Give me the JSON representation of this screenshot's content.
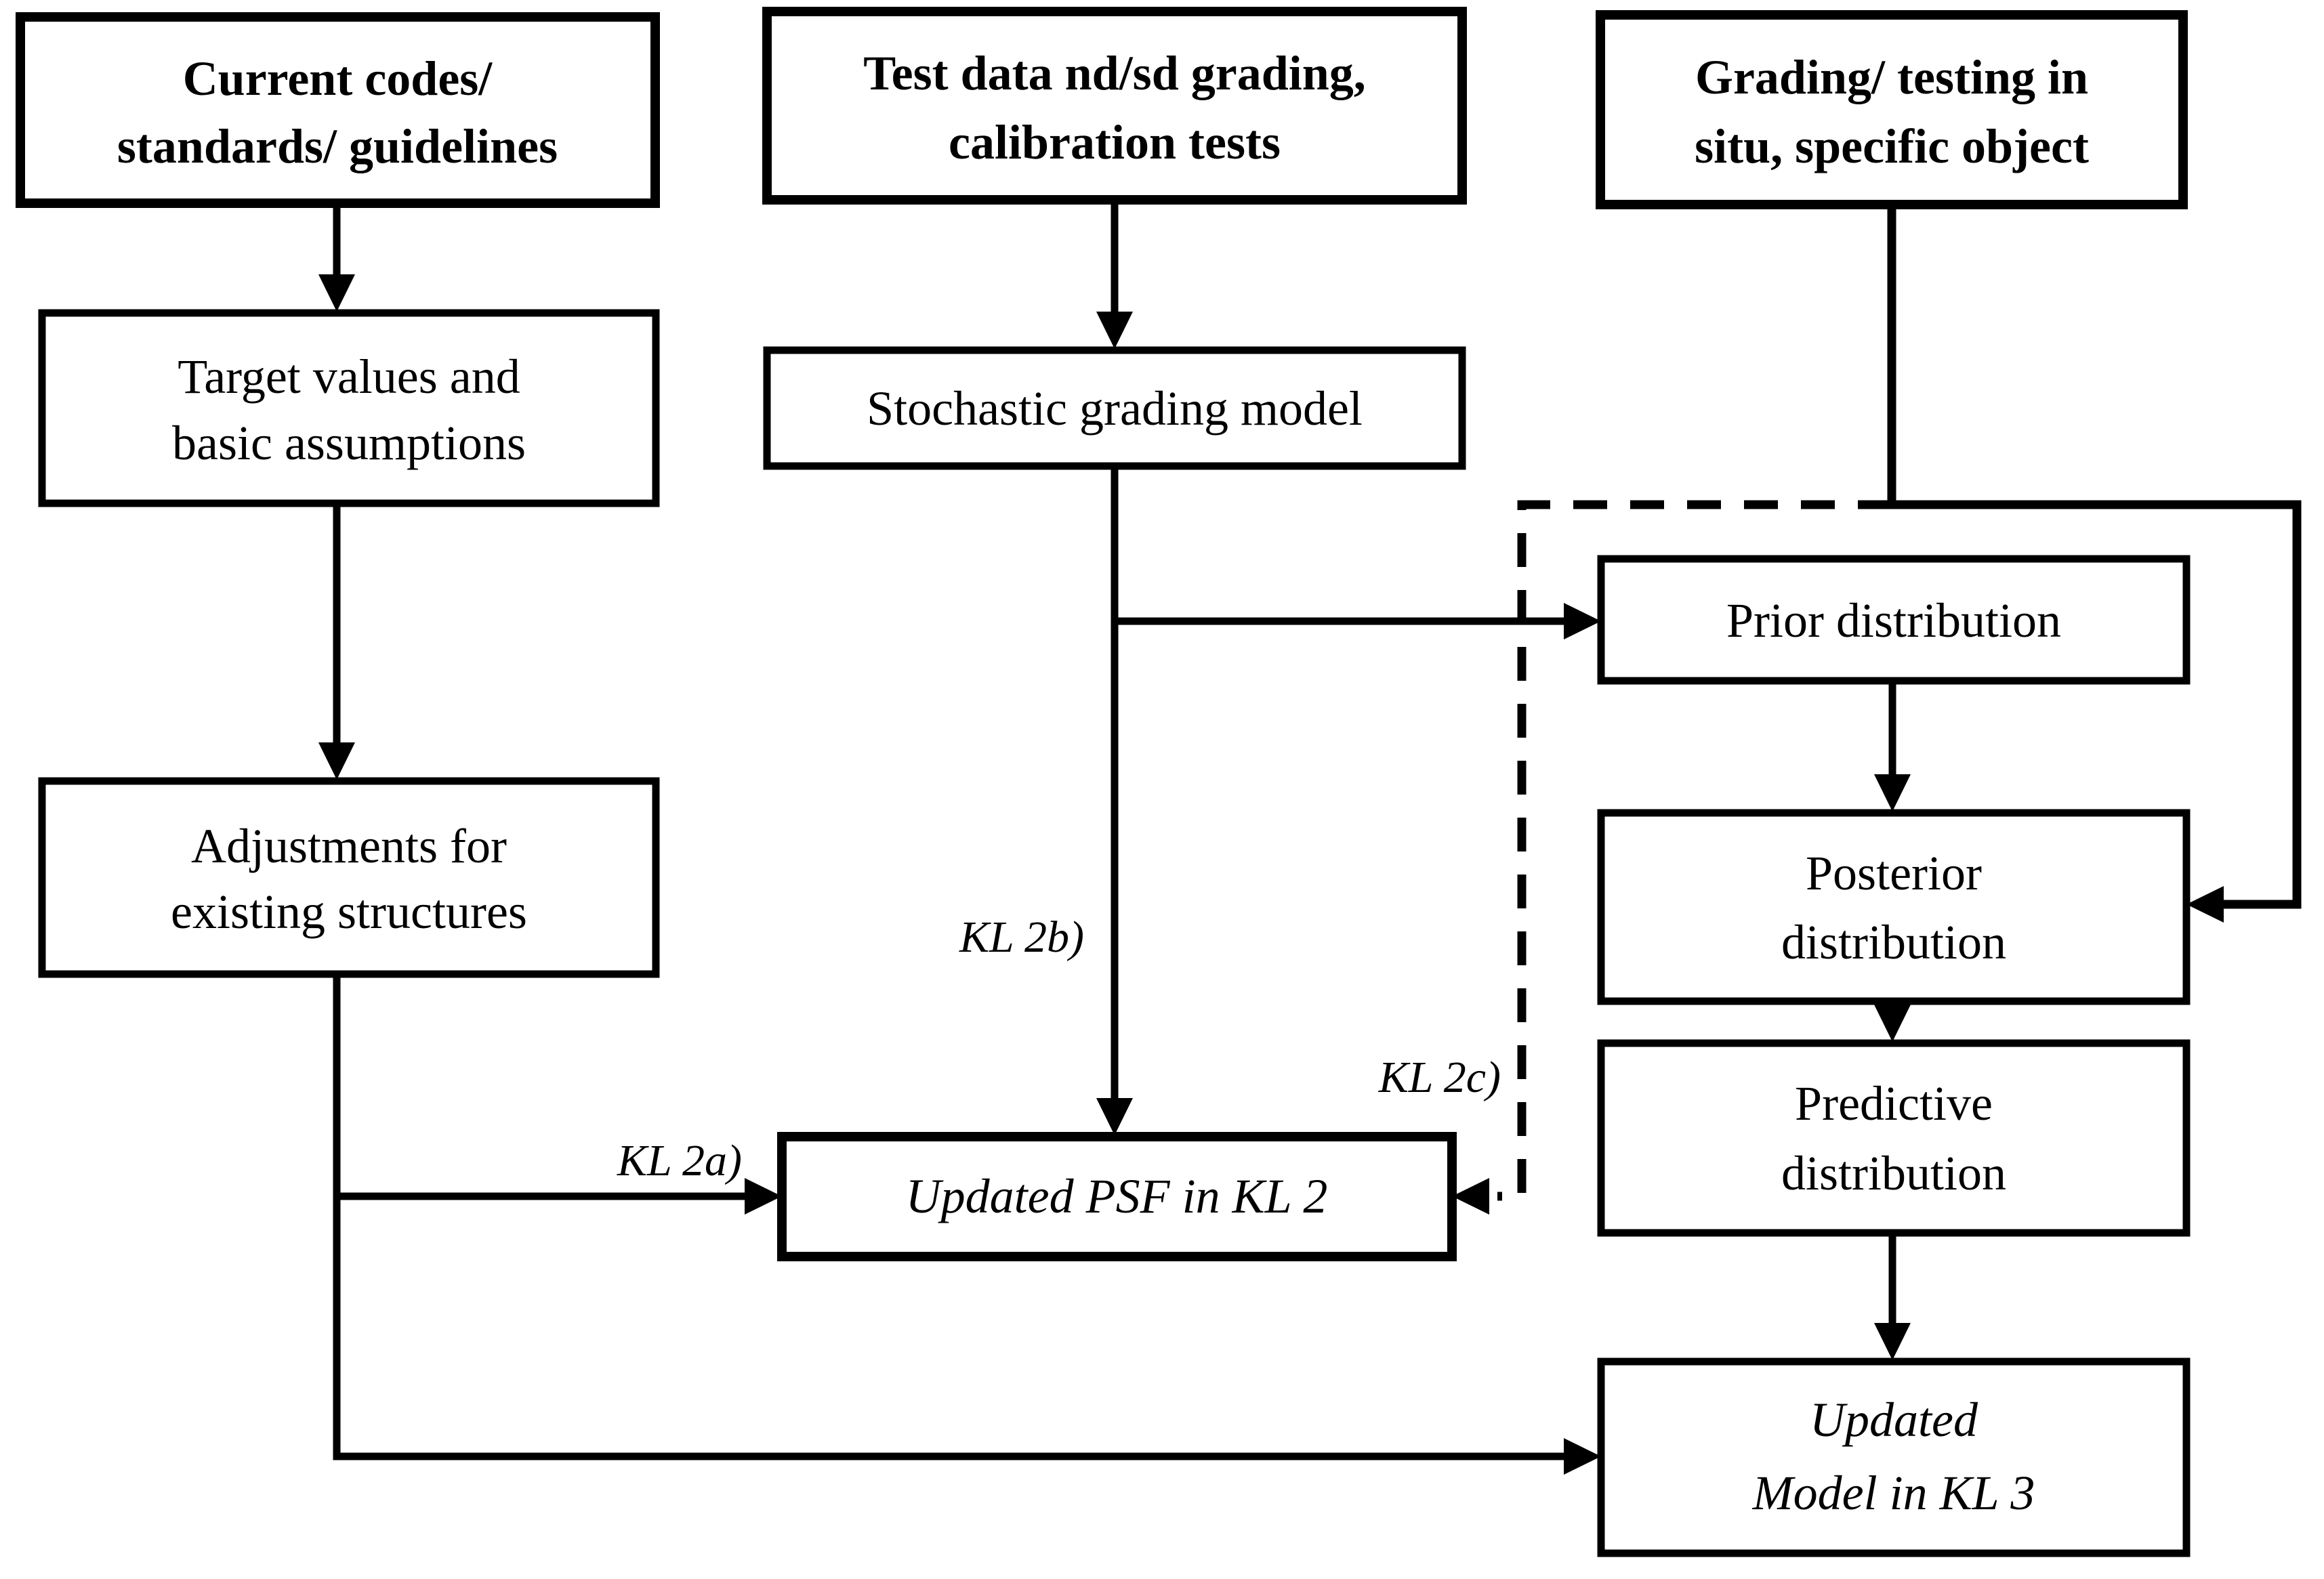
{
  "figure": {
    "type": "flowchart",
    "colors": {
      "ink": "#000000",
      "paper": "#ffffff",
      "box_fill": "#ffffff"
    }
  },
  "boxes": {
    "current_codes": {
      "line1": "Current codes/",
      "line2": "standards/ guidelines",
      "style": "bold-header"
    },
    "test_data": {
      "line1": "Test data nd/sd grading,",
      "line2": "calibration tests",
      "style": "bold-header"
    },
    "grading_testing": {
      "line1": "Grading/ testing in",
      "line2": "situ, specific object",
      "style": "bold-header"
    },
    "target_values": {
      "line1": "Target values and",
      "line2": "basic assumptions"
    },
    "stochastic": {
      "line1": "Stochastic grading model"
    },
    "adjustments": {
      "line1": "Adjustments for",
      "line2": "existing structures"
    },
    "prior": {
      "line1": "Prior distribution"
    },
    "posterior": {
      "line1": "Posterior",
      "line2": "distribution"
    },
    "predictive": {
      "line1": "Predictive",
      "line2": "distribution"
    },
    "updated_psf": {
      "line1": "Updated PSF in KL 2",
      "style": "italic"
    },
    "updated_model": {
      "line1": "Updated",
      "line2": "Model in KL 3",
      "style": "italic"
    }
  },
  "labels": {
    "kl2a": "KL 2a)",
    "kl2b": "KL 2b)",
    "kl2c": "KL 2c)"
  }
}
